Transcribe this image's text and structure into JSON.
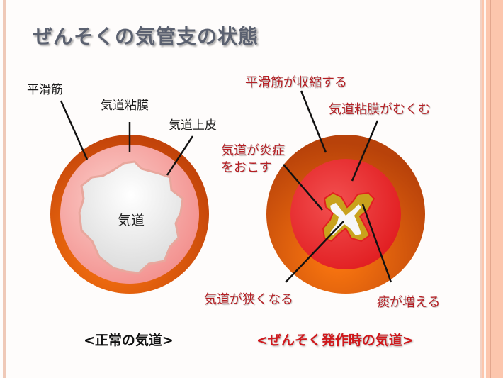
{
  "title": "ぜんそくの気管支の状態",
  "normal": {
    "labels": {
      "smooth_muscle": "平滑筋",
      "mucosa": "気道粘膜",
      "epithelium": "気道上皮",
      "airway": "気道"
    },
    "caption": "<正常の気道>"
  },
  "asthma": {
    "labels": {
      "muscle_contracts": "平滑筋が収縮する",
      "mucosa_swells": "気道粘膜がむくむ",
      "inflammation_line1": "気道が炎症",
      "inflammation_line2": "をおこす",
      "narrowing": "気道が狭くなる",
      "phlegm": "痰が増える"
    },
    "caption": "<ぜんそく発作時の気道>"
  },
  "colors": {
    "muscle_orange": "#e85a10",
    "mucosa_pink": "#f4a3a0",
    "inflamed_red": "#e8262a",
    "phlegm_yellow": "#c9a21c",
    "label_red": "#b51f24",
    "title_gray": "#5b6170"
  }
}
